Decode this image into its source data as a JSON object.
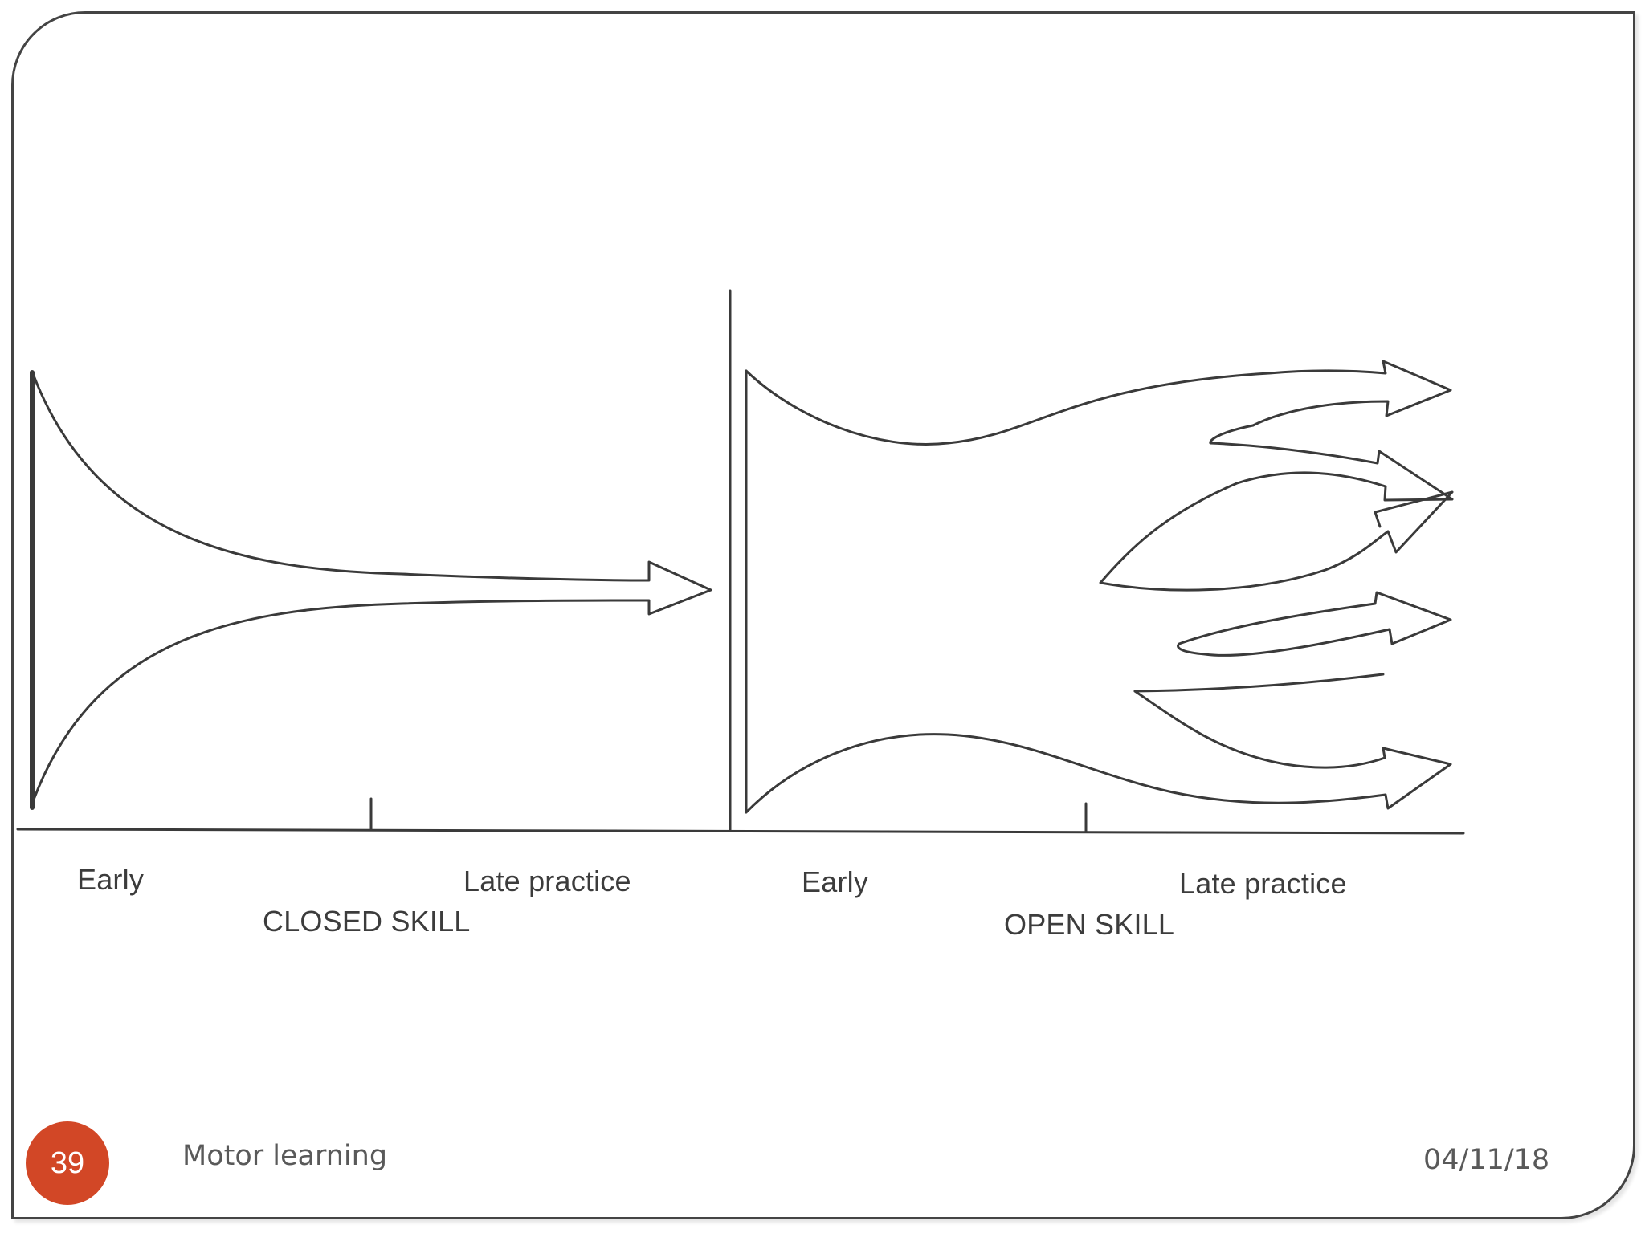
{
  "slide": {
    "number": "39",
    "footer_title": "Motor learning",
    "date": "04/11/18",
    "accent_color": "#d24726"
  },
  "diagram": {
    "closed_skill": {
      "caption": "CLOSED SKILL",
      "axis_start_label": "Early",
      "axis_end_label": "Late practice"
    },
    "open_skill": {
      "caption": "OPEN SKILL",
      "axis_start_label": "Early",
      "axis_end_label": "Late practice"
    },
    "stroke_color": "#3a3a3a"
  }
}
